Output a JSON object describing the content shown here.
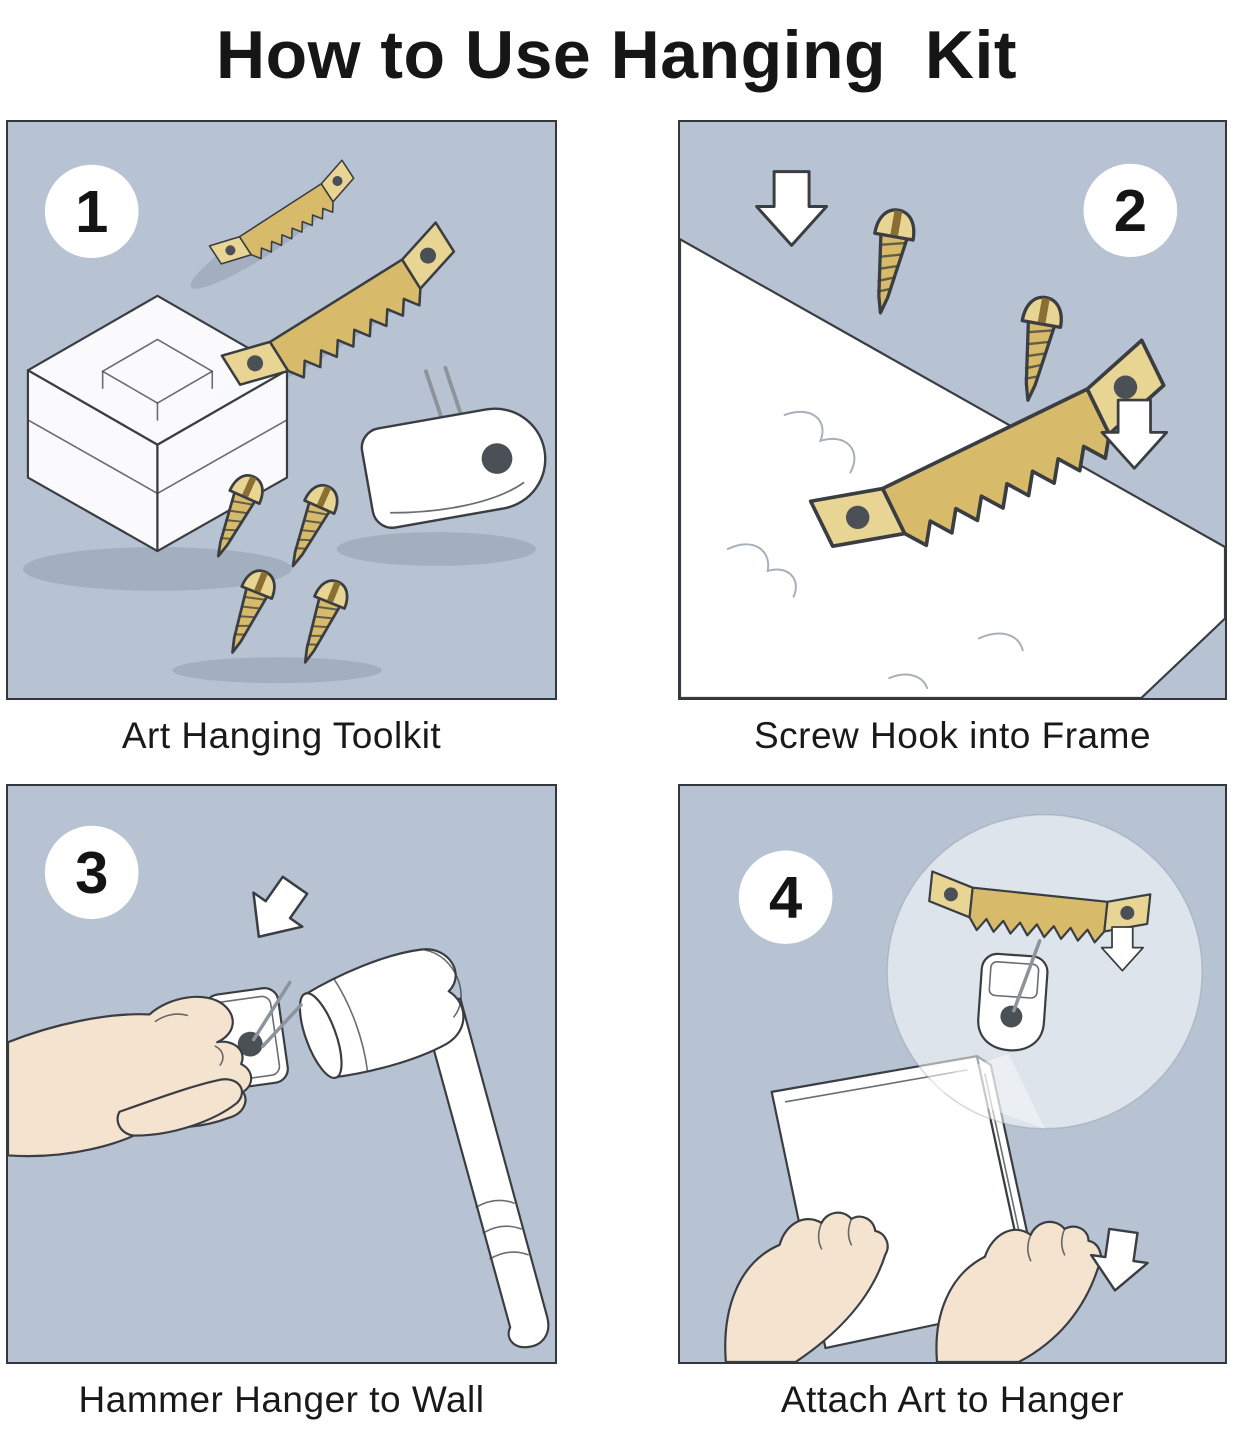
{
  "title": "How to Use Hanging  Kit",
  "panels": [
    {
      "number": "1",
      "caption": "Art Hanging Toolkit"
    },
    {
      "number": "2",
      "caption": "Screw Hook into Frame"
    },
    {
      "number": "3",
      "caption": "Hammer Hanger to Wall"
    },
    {
      "number": "4",
      "caption": "Attach Art to Hanger"
    }
  ],
  "colors": {
    "panel_bg": "#b7c3d2",
    "brass": "#d7ba6a",
    "brass_light": "#e8d493",
    "outline": "#3a3d42",
    "skin": "#f4e3cf"
  }
}
